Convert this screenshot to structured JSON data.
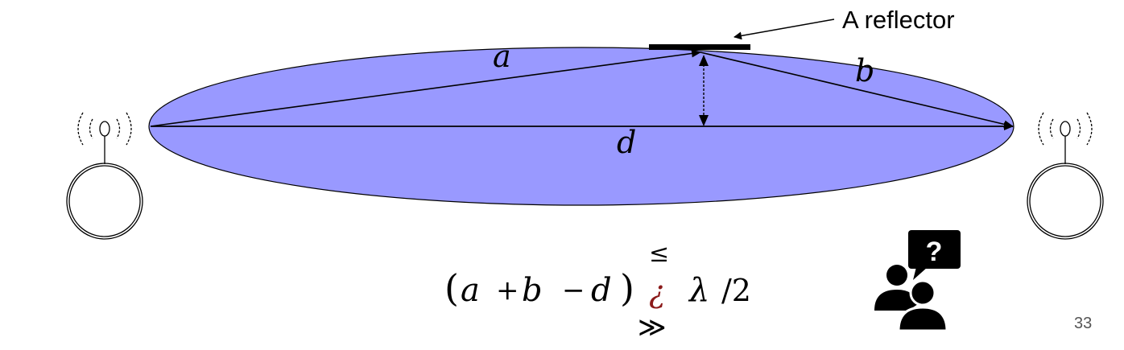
{
  "diagram": {
    "reflector_label": "A reflector",
    "labels": {
      "a": "a",
      "b": "b",
      "d": "d"
    },
    "formula": {
      "open_paren": "(",
      "a": "a",
      "plus": "+",
      "b": "b",
      "minus": "−",
      "d": "d",
      "close_paren": ")",
      "relation_top": "≤",
      "relation_mid": "¿",
      "relation_bottom": "≫",
      "lambda": "λ",
      "over_two": "/2"
    },
    "page_number": "33",
    "colors": {
      "ellipse_fill": "#9999ff",
      "line": "#000000",
      "inverted_question": "#8b1a1a"
    },
    "icons": {
      "left_antenna": "antenna-icon",
      "right_antenna": "antenna-icon",
      "discussion": "discussion-question-icon"
    }
  }
}
